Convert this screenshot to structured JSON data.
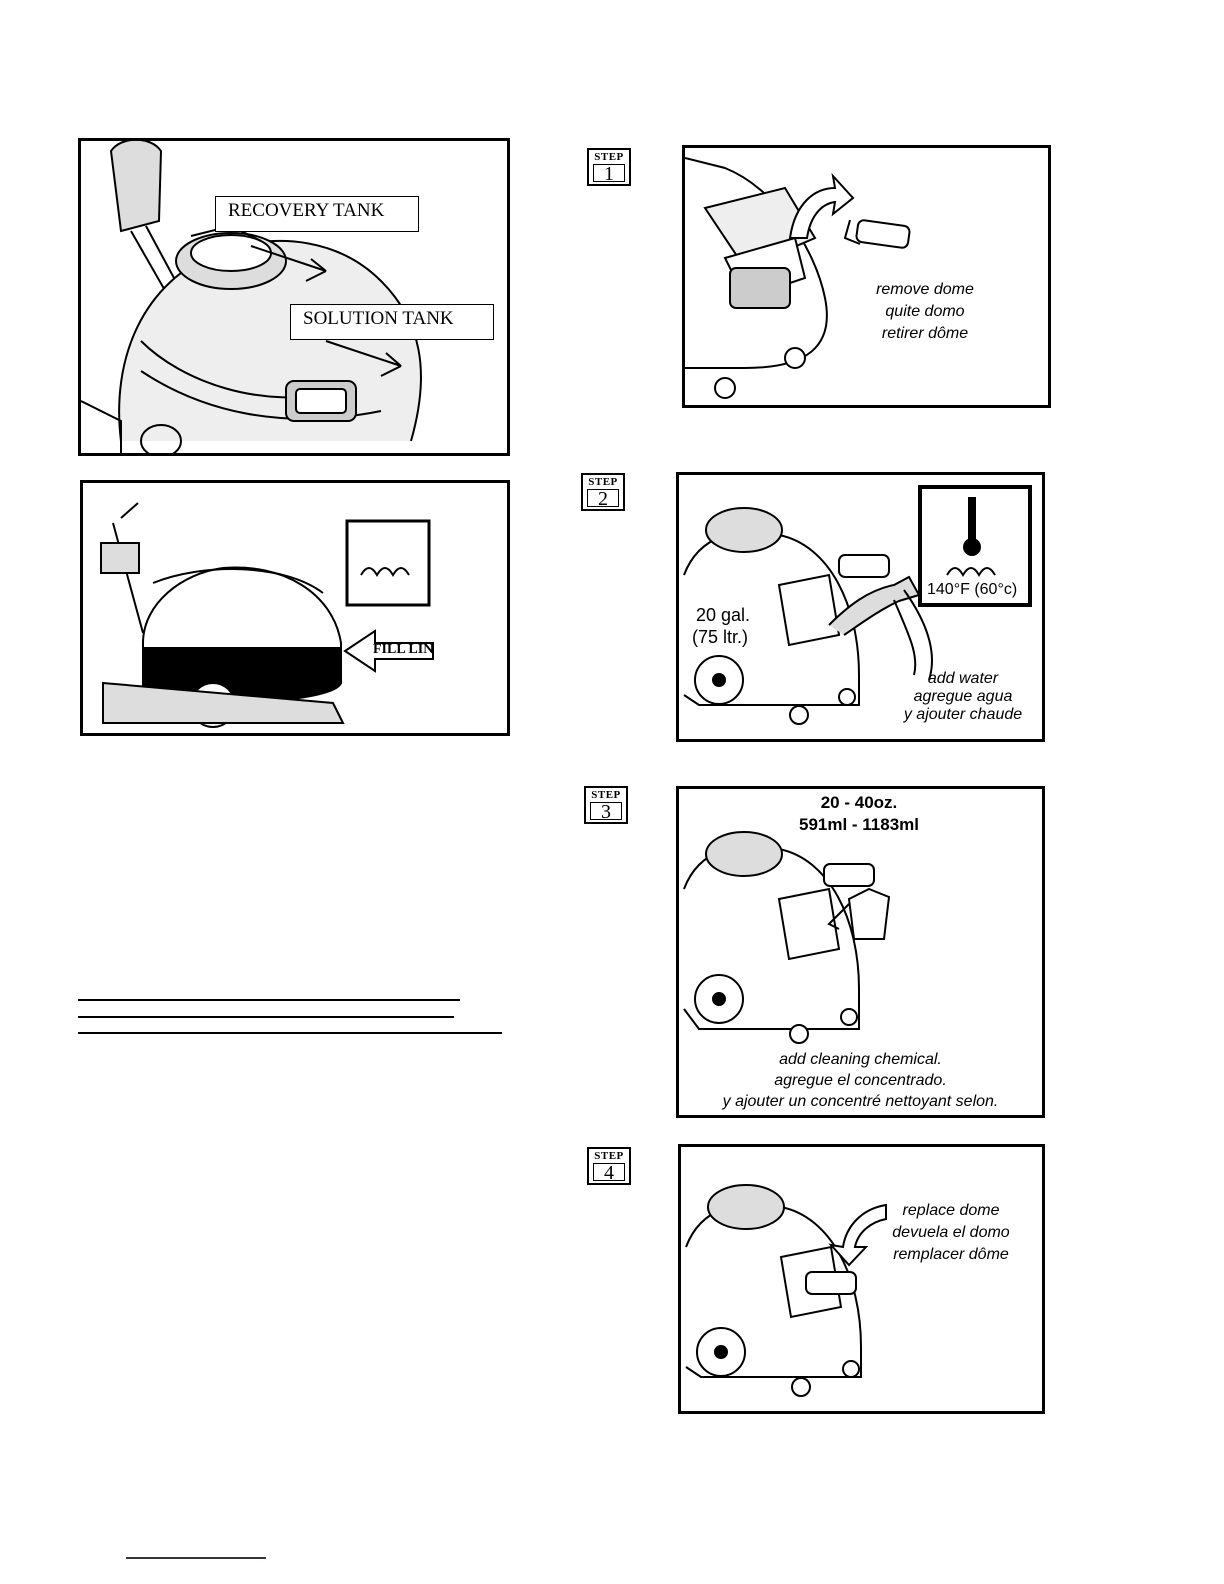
{
  "overview": {
    "recovery_label": "RECOVERY TANK",
    "solution_label": "SOLUTION TANK"
  },
  "fill_line": {
    "label": "FILL LINE"
  },
  "steps": [
    {
      "tag": "STEP",
      "number": "1",
      "captions": [
        "remove dome",
        "quite domo",
        "retirer dôme"
      ]
    },
    {
      "tag": "STEP",
      "number": "2",
      "volume": [
        "20 gal.",
        "(75 ltr.)"
      ],
      "temperature": "140°F (60°c)",
      "captions": [
        "add water",
        "agregue agua",
        "y ajouter chaude"
      ]
    },
    {
      "tag": "STEP",
      "number": "3",
      "amount": [
        "20 - 40oz.",
        "591ml - 1183ml"
      ],
      "captions": [
        "add cleaning chemical.",
        "agregue el concentrado.",
        "y ajouter un concentré nettoyant selon."
      ]
    },
    {
      "tag": "STEP",
      "number": "4",
      "captions": [
        "replace dome",
        "devuela el domo",
        "remplacer dôme"
      ]
    }
  ]
}
